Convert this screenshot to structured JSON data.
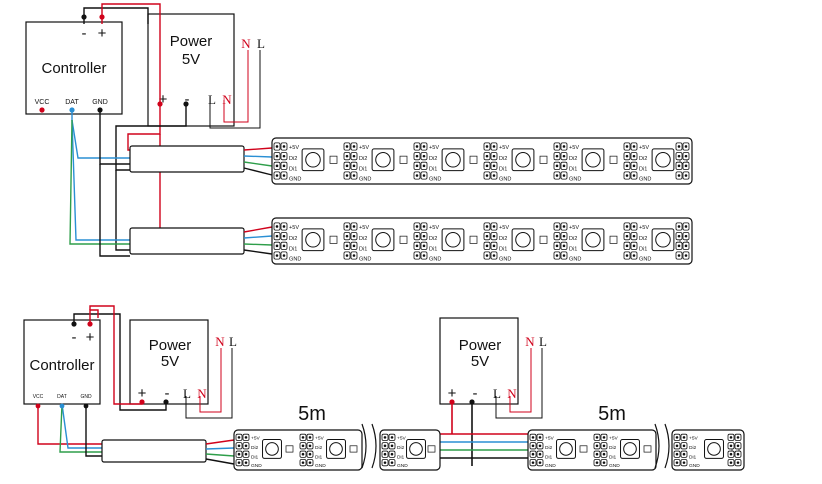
{
  "labels": {
    "controller": "Controller",
    "power_line1": "Power",
    "power_line2": "5V",
    "minus": "-",
    "plus": "+",
    "vcc": "VCC",
    "dat": "DAT",
    "gnd": "GND",
    "n": "N",
    "l": "L",
    "length": "5m"
  },
  "strip_labels": {
    "plus5v": "+5V",
    "di2": "Di2",
    "di1": "Di1",
    "gnd": "GND"
  },
  "colors": {
    "red": "#d0021b",
    "black": "#111111",
    "blue": "#2a8fd4",
    "green": "#2e9e4a",
    "power_ac": "#d0021b"
  }
}
